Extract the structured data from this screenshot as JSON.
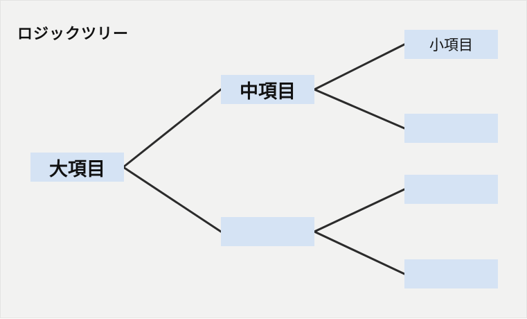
{
  "diagram": {
    "title": "ロジックツリー",
    "root": {
      "label": "大項目"
    },
    "middle": [
      {
        "label": "中項目"
      },
      {
        "label": ""
      }
    ],
    "leaves": [
      {
        "label": "小項目"
      },
      {
        "label": ""
      },
      {
        "label": ""
      },
      {
        "label": ""
      }
    ],
    "colors": {
      "background": "#f2f2f1",
      "box_fill": "#d5e3f4",
      "connector": "#2b2b2b",
      "text": "#111111"
    }
  }
}
